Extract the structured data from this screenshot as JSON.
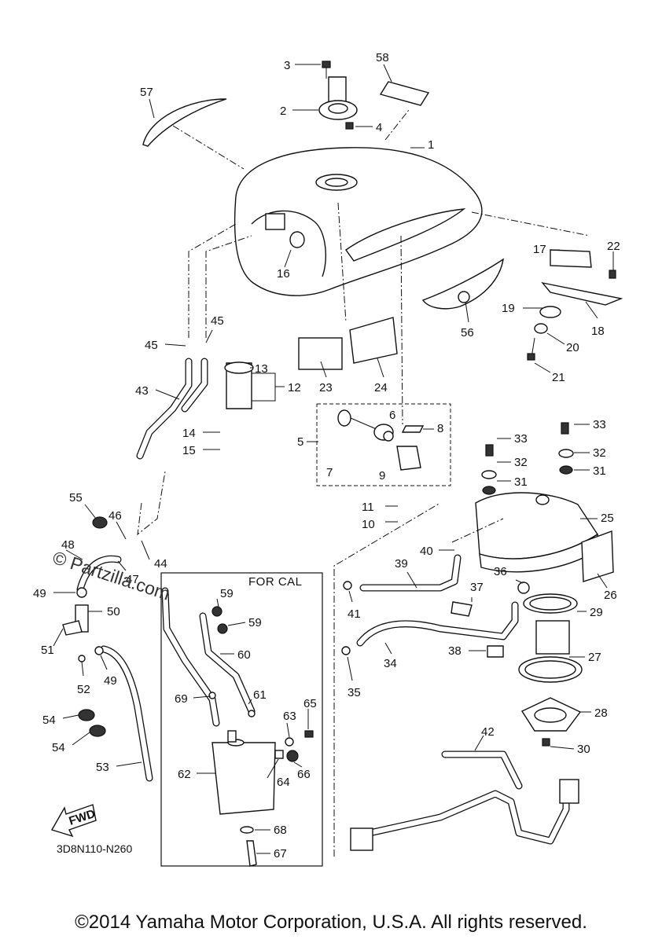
{
  "diagram": {
    "box_label": "FOR CAL",
    "diagram_code": "3D8N110-N260",
    "fwd_label": "FWD",
    "watermark": "© Partzilla.com",
    "copyright": "©2014 Yamaha Motor Corporation, U.S.A. All rights reserved.",
    "callouts": [
      "1",
      "2",
      "3",
      "4",
      "5",
      "6",
      "7",
      "8",
      "9",
      "10",
      "11",
      "12",
      "13",
      "14",
      "15",
      "16",
      "17",
      "18",
      "19",
      "20",
      "21",
      "22",
      "23",
      "24",
      "25",
      "26",
      "27",
      "28",
      "29",
      "30",
      "31",
      "31",
      "32",
      "32",
      "33",
      "33",
      "34",
      "35",
      "36",
      "37",
      "38",
      "39",
      "40",
      "41",
      "42",
      "43",
      "44",
      "45",
      "45",
      "46",
      "47",
      "48",
      "49",
      "49",
      "50",
      "51",
      "52",
      "53",
      "54",
      "54",
      "55",
      "56",
      "57",
      "58",
      "59",
      "59",
      "60",
      "61",
      "62",
      "63",
      "64",
      "65",
      "66",
      "67",
      "68",
      "69"
    ]
  }
}
